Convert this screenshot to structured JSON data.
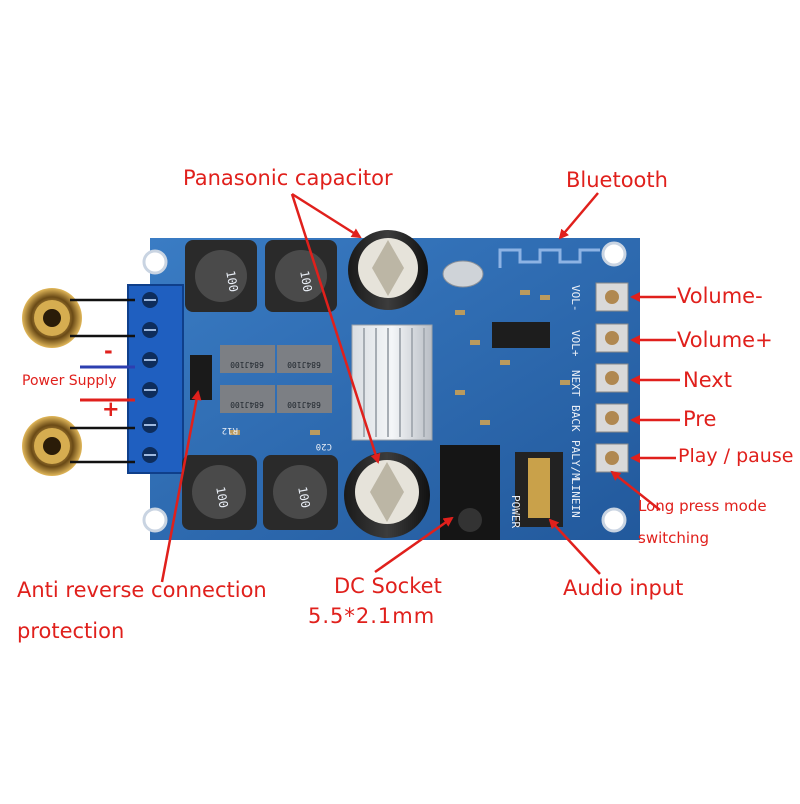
{
  "labels": {
    "panasonic_capacitor": "Panasonic capacitor",
    "bluetooth": "Bluetooth",
    "volume_minus": "Volume-",
    "volume_plus": "Volume+",
    "next": "Next",
    "pre": "Pre",
    "play_pause": "Play / pause",
    "long_press_1": "Long press mode",
    "long_press_2": "switching",
    "anti_reverse_1": "Anti reverse connection",
    "anti_reverse_2": "protection",
    "dc_socket": "DC Socket",
    "dc_size": "5.5*2.1mm",
    "audio_input": "Audio input",
    "power_supply": "Power Supply",
    "minus_sign": "-",
    "plus_sign": "+"
  },
  "silkscreen": {
    "inductor": "100",
    "side_vol_minus": "VOL-",
    "side_vol_plus": "VOL+",
    "side_next": "NEXT",
    "side_back": "BACK",
    "side_paly": "PALY/M",
    "side_linein": "LINEIN",
    "side_power": "POWER",
    "resistor": "684J100",
    "c20": "C20",
    "r12": "R12"
  },
  "colors": {
    "annotation": "#e0201c",
    "pcb": "#2d6fb8",
    "terminal": "#1f5fc0"
  }
}
